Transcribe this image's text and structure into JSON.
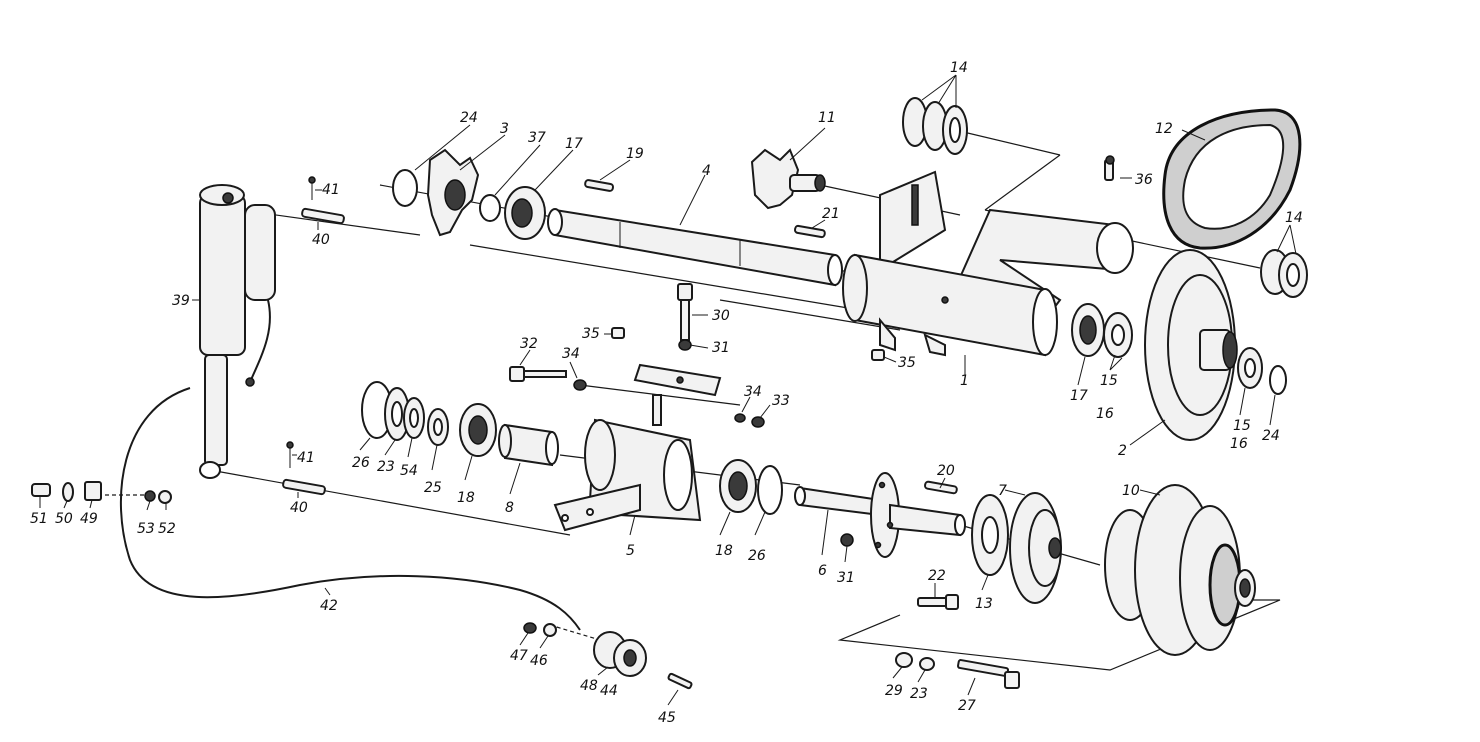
{
  "labels": {
    "l1": "1",
    "l2": "2",
    "l3": "3",
    "l4": "4",
    "l5": "5",
    "l6": "6",
    "l7": "7",
    "l8": "8",
    "l10": "10",
    "l11": "11",
    "l12": "12",
    "l13": "13",
    "l14a": "14",
    "l14b": "14",
    "l15a": "15",
    "l16a": "16",
    "l15b": "15",
    "l16b": "16",
    "l17a": "17",
    "l17b": "17",
    "l18a": "18",
    "l18b": "18",
    "l19": "19",
    "l20": "20",
    "l21": "21",
    "l22": "22",
    "l23a": "23",
    "l23b": "23",
    "l24a": "24",
    "l24b": "24",
    "l25": "25",
    "l26a": "26",
    "l26b": "26",
    "l27": "27",
    "l29": "29",
    "l30": "30",
    "l31a": "31",
    "l31b": "31",
    "l32": "32",
    "l33": "33",
    "l34a": "34",
    "l34b": "34",
    "l35a": "35",
    "l35b": "35",
    "l36": "36",
    "l37": "37",
    "l39": "39",
    "l40a": "40",
    "l40b": "40",
    "l41a": "41",
    "l41b": "41",
    "l42": "42",
    "l44": "44",
    "l45": "45",
    "l46": "46",
    "l47": "47",
    "l48": "48",
    "l49": "49",
    "l50": "50",
    "l51": "51",
    "l52": "52",
    "l53": "53",
    "l54": "54"
  }
}
